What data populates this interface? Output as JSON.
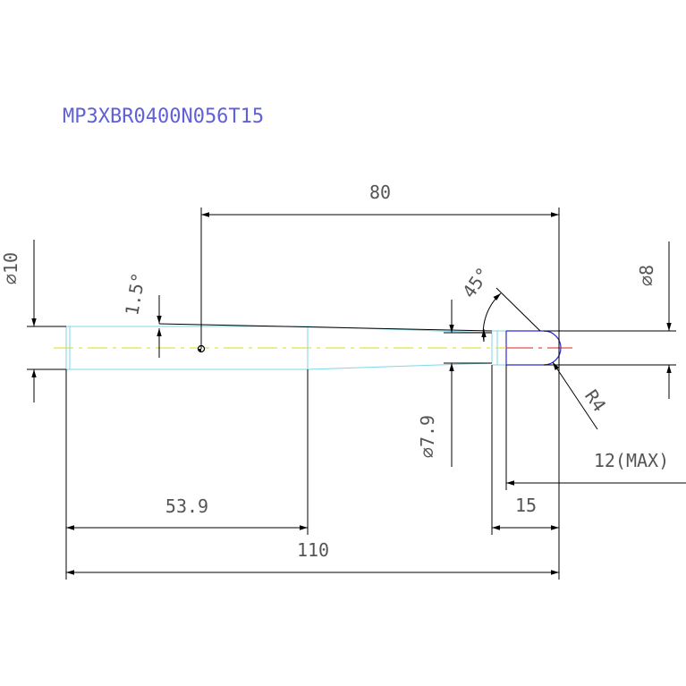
{
  "title": "MP3XBR0400N056T15",
  "dimensions": {
    "d_shank": "⌀10",
    "d_tip": "⌀8",
    "d_neck": "⌀7.9",
    "len_80": "80",
    "len_53_9": "53.9",
    "len_110": "110",
    "len_15": "15",
    "len_12max": "12(MAX)",
    "taper_angle": "1.5°",
    "chamfer_angle": "45°",
    "radius": "R4"
  },
  "colors": {
    "title": "#6060d8",
    "outline": "#7fd6e6",
    "tip": "#2a2ad0",
    "centerline": "#d8d820",
    "centerline_tip": "#e02020",
    "dimension": "#000000",
    "dim_text": "#555555"
  }
}
